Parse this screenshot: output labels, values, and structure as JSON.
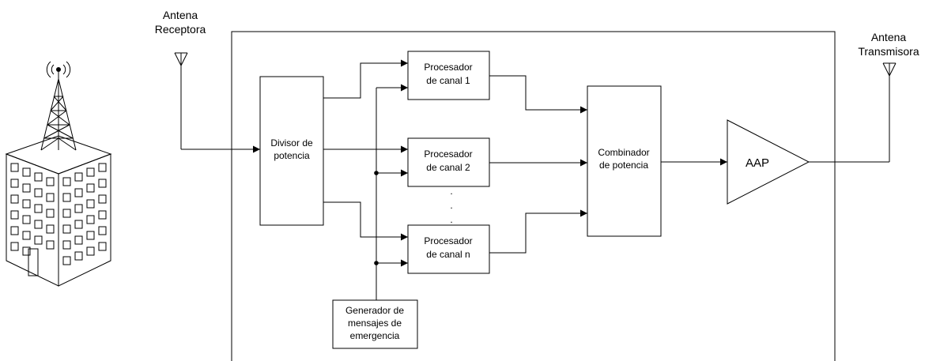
{
  "antennas": {
    "rx": [
      "Antena",
      "Receptora"
    ],
    "tx": [
      "Antena",
      "Transmisora"
    ]
  },
  "blocks": {
    "divisor": [
      "Divisor de",
      "potencia"
    ],
    "proc1": [
      "Procesador",
      "de canal 1"
    ],
    "proc2": [
      "Procesador",
      "de canal 2"
    ],
    "procn": [
      "Procesador",
      "de canal  n"
    ],
    "combinador": [
      "Combinador",
      "de potencia"
    ],
    "generador": [
      "Generador de",
      "mensajes de",
      "emergencia"
    ],
    "aap": "AAP"
  },
  "ellipsis": "."
}
